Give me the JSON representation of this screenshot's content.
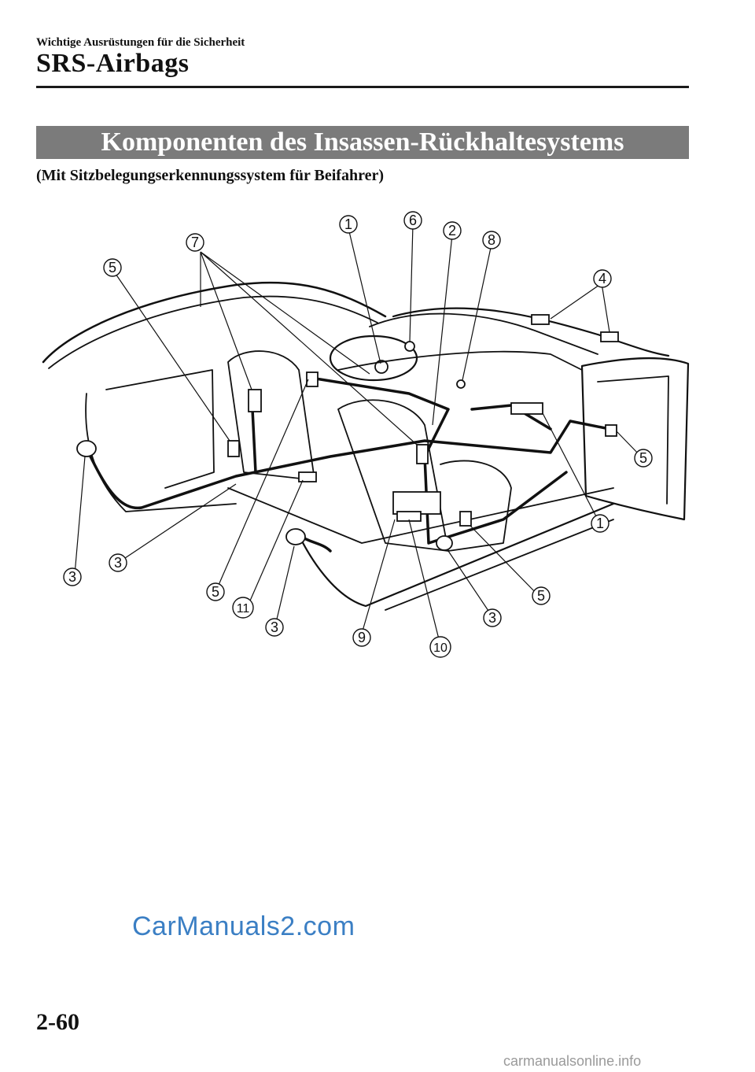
{
  "header": {
    "breadcrumb": "Wichtige Ausrüstungen für die Sicherheit",
    "chapter_title": "SRS-Airbags"
  },
  "section": {
    "title": "Komponenten des Insassen-Rückhaltesystems",
    "subtitle": "(Mit Sitzbelegungserkennungssystem für Beifahrer)"
  },
  "figure": {
    "callouts": [
      "1",
      "6",
      "2",
      "8",
      "7",
      "5",
      "4",
      "5",
      "1",
      "3",
      "3",
      "5",
      "11",
      "3",
      "9",
      "10",
      "3",
      "5"
    ]
  },
  "watermark": "CarManuals2.com",
  "page_number": "2-60",
  "footer": "carmanualsonline.info"
}
